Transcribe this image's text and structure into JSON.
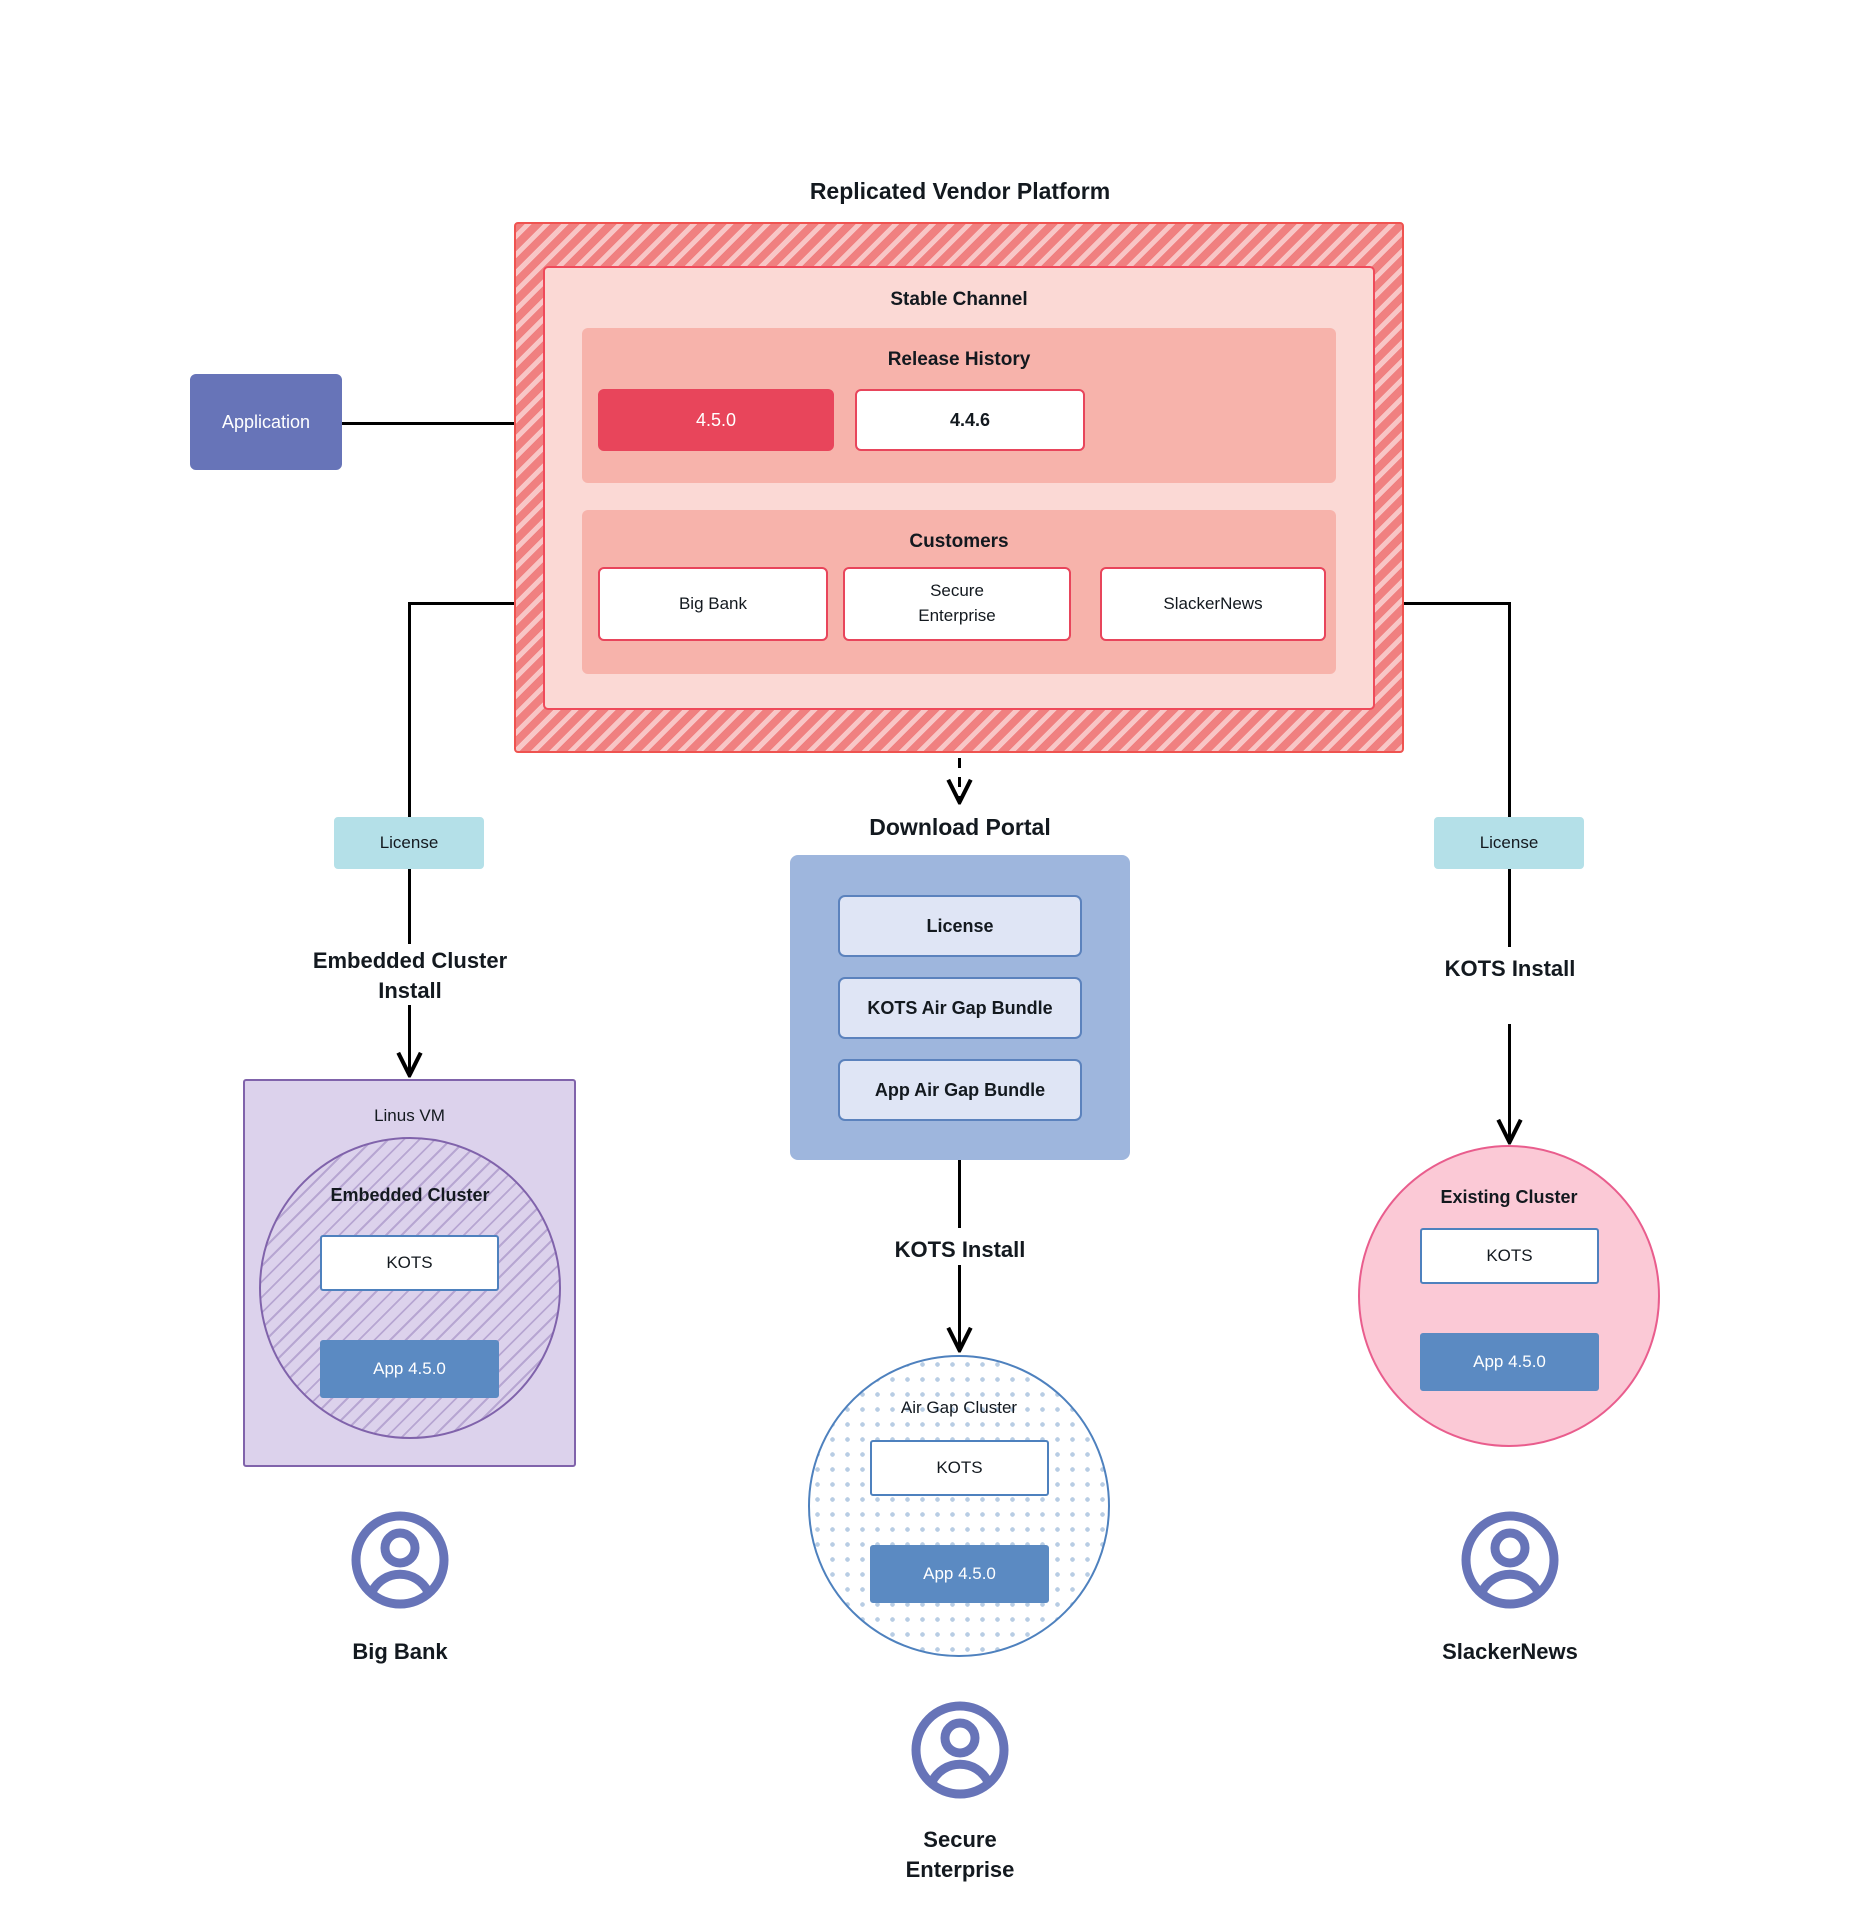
{
  "diagram": {
    "title": "Replicated Vendor Platform",
    "application": {
      "label": "Application"
    },
    "stable_channel": {
      "title": "Stable Channel",
      "release_history": {
        "title": "Release History",
        "releases": [
          {
            "version": "4.5.0",
            "state": "active"
          },
          {
            "version": "4.4.6",
            "state": "inactive"
          }
        ]
      },
      "customers": {
        "title": "Customers",
        "items": [
          {
            "name": "Big Bank"
          },
          {
            "name": "Secure\nEnterprise",
            "line1": "Secure",
            "line2": "Enterprise"
          },
          {
            "name": "SlackerNews"
          }
        ]
      }
    },
    "download_portal": {
      "title": "Download  Portal",
      "items": [
        {
          "label": "License"
        },
        {
          "label": "KOTS Air Gap Bundle"
        },
        {
          "label": "App Air Gap Bundle"
        }
      ]
    },
    "branches": {
      "left": {
        "license_label": "License",
        "install_label_line1": "Embedded Cluster",
        "install_label_line2": "Install",
        "host_label": "Linus VM",
        "cluster_label": "Embedded Cluster",
        "kots_label": "KOTS",
        "app_label": "App 4.5.0",
        "customer_label": "Big Bank"
      },
      "middle": {
        "install_label": "KOTS Install",
        "cluster_label": "Air Gap Cluster",
        "kots_label": "KOTS",
        "app_label": "App 4.5.0",
        "customer_label_line1": "Secure",
        "customer_label_line2": "Enterprise"
      },
      "right": {
        "license_label": "License",
        "install_label": "KOTS Install",
        "cluster_label": "Existing Cluster",
        "kots_label": "KOTS",
        "app_label": "App 4.5.0",
        "customer_label": "SlackerNews"
      }
    },
    "colors": {
      "vendor_platform": "#f08080",
      "vendor_border": "#ef5350",
      "channel_bg": "#fbd9d5",
      "subsection_bg": "#f7b3ab",
      "release_active": "#e8455b",
      "application": "#6774b8",
      "license": "#b4e0e8",
      "portal": "#9eb6dd",
      "portal_item": "#dfe5f5",
      "vm_purple": "#dcd2ec",
      "vm_border": "#8063ab",
      "airgap_border": "#4e81be",
      "existing_cluster": "#fbc9d6",
      "existing_border": "#e95d8d",
      "app_blue": "#5b8ac2",
      "avatar": "#6774b8"
    },
    "icons": {
      "avatar": "user-avatar-icon"
    }
  }
}
